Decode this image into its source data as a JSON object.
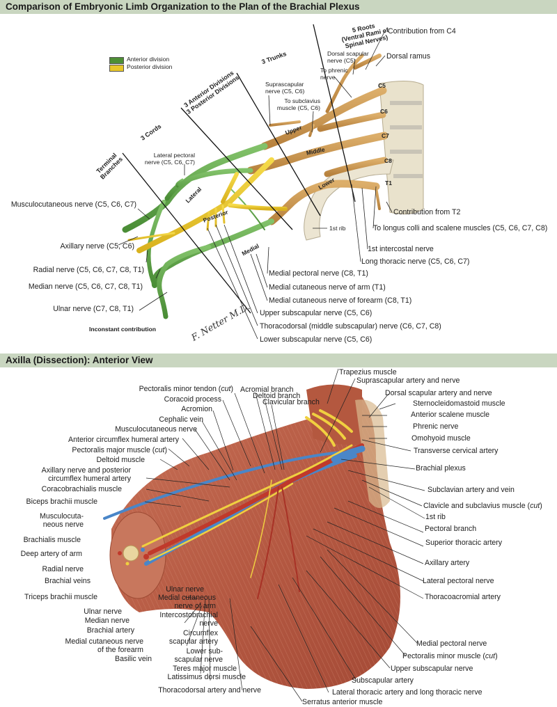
{
  "top_panel": {
    "title": "Comparison of Embryonic Limb Organization to the Plan of the Brachial Plexus",
    "legend": [
      {
        "label": "Anterior division",
        "color": "#4e8f35"
      },
      {
        "label": "Posterior division",
        "color": "#e8c72a"
      }
    ],
    "colors": {
      "trunk_root": "#c9954e",
      "anterior": "#5fa24a",
      "posterior": "#e6c32c",
      "bone": "#e8e0cb"
    },
    "zone_headers": {
      "roots": [
        "5 Roots",
        "(Ventral Rami of",
        "Spinal Nerves)"
      ],
      "trunks": "3 Trunks",
      "divisions": [
        "3 Anterior Divisions",
        "3 Posterior Divisions"
      ],
      "cords": "3 Cords",
      "terminal": [
        "Terminal",
        "Branches"
      ]
    },
    "segment_labels": [
      "Upper",
      "Middle",
      "Lower",
      "Lateral",
      "Posterior",
      "Medial"
    ],
    "root_labels": [
      "C5",
      "C6",
      "C7",
      "C8",
      "T1"
    ],
    "labels": {
      "contribution_c4": "Contribution from C4",
      "dorsal_ramus": "Dorsal ramus",
      "dorsal_scapular": [
        "Dorsal scapular",
        "nerve (C5)"
      ],
      "to_phrenic": [
        "To phrenic",
        "nerve"
      ],
      "suprascapular": [
        "Suprascapular",
        "nerve (C5, C6)"
      ],
      "to_subclavius": [
        "To subclavius",
        "muscle (C5, C6)"
      ],
      "lateral_pectoral": [
        "Lateral pectoral",
        "nerve (C5, C6, C7)"
      ],
      "musculocutaneous": "Musculocutaneous nerve (C5, C6, C7)",
      "axillary": "Axillary nerve (C5, C6)",
      "radial": "Radial nerve (C5, C6, C7, C8, T1)",
      "median": "Median nerve (C5, C6, C7, C8, T1)",
      "ulnar": "Ulnar nerve (C7, C8, T1)",
      "inconstant": "Inconstant contribution",
      "first_rib": "1st rib",
      "contribution_t2": "Contribution from T2",
      "longus_colli": "To longus colli and scalene muscles (C5, C6, C7, C8)",
      "first_intercostal": "1st intercostal nerve",
      "long_thoracic": "Long thoracic nerve (C5, C6, C7)",
      "medial_pectoral": "Medial pectoral nerve (C8, T1)",
      "medial_cut_arm": "Medial cutaneous nerve of arm (T1)",
      "medial_cut_forearm": "Medial cutaneous nerve of forearm (C8, T1)",
      "upper_subscapular": "Upper subscapular nerve (C5, C6)",
      "thoracodorsal": "Thoracodorsal (middle subscapular) nerve (C6, C7, C8)",
      "lower_subscapular": "Lower subscapular nerve (C5, C6)"
    },
    "signature": "F. Netter M.D."
  },
  "bottom_panel": {
    "title": "Axilla (Dissection): Anterior View",
    "colors": {
      "muscle": "#b8604a",
      "artery": "#c0392b",
      "vein": "#4a86c8",
      "nerve": "#f0d040",
      "tendon": "#efe6c8"
    },
    "labels_top": [
      "Pectoralis minor tendon (cut)",
      "Coracoid process",
      "Acromion",
      "Cephalic vein",
      "Musculocutaneous nerve",
      "Anterior circumflex humeral artery",
      "Pectoralis major muscle (cut)",
      "Deltoid muscle",
      "Axillary nerve and posterior",
      "circumflex humeral artery",
      "Coracobrachialis muscle",
      "Biceps brachii muscle"
    ],
    "labels_branches": [
      "Acromial branch",
      "Deltoid branch",
      "Clavicular branch"
    ],
    "labels_left": [
      "Musculocuta-",
      "neous nerve",
      "Brachialis muscle",
      "Deep artery of arm",
      "Radial nerve",
      "Brachial veins",
      "Triceps brachii muscle",
      "Ulnar nerve",
      "Median nerve",
      "Brachial artery",
      "Medial cutaneous nerve",
      "of the forearm",
      "Basilic vein"
    ],
    "labels_center": [
      "Ulnar nerve",
      "Medial cutaneous",
      "nerve of arm",
      "Intercostobrachial",
      "nerve",
      "Circumflex",
      "scapular artery",
      "Lower sub-",
      "scapular nerve",
      "Teres major muscle",
      "Latissimus dorsi muscle",
      "Thoracodorsal artery and nerve"
    ],
    "labels_right": [
      "Trapezius muscle",
      "Suprascapular artery and nerve",
      "Dorsal scapular artery and nerve",
      "Sternocleidomastoid muscle",
      "Anterior scalene muscle",
      "Phrenic nerve",
      "Omohyoid muscle",
      "Transverse cervical artery",
      "Brachial plexus",
      "Subclavian artery and vein",
      "Clavicle and subclavius muscle (cut)",
      "1st rib",
      "Pectoral branch",
      "Superior thoracic artery",
      "Axillary artery",
      "Lateral pectoral nerve",
      "Thoracoacromial artery",
      "Medial pectoral nerve",
      "Pectoralis minor muscle (cut)",
      "Upper subscapular nerve",
      "Subscapular artery",
      "Lateral thoracic artery and long thoracic nerve",
      "Serratus anterior muscle"
    ]
  }
}
